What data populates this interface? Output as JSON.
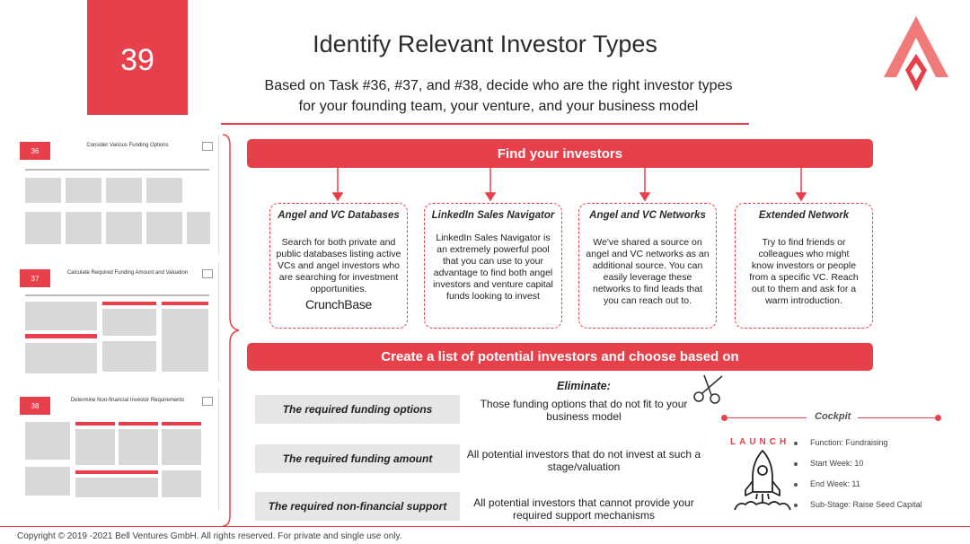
{
  "header": {
    "number": "39",
    "title": "Identify Relevant Investor Types",
    "subtitle_line1": "Based on Task #36, #37, and #38, decide who are the right investor types",
    "subtitle_line2": "for your founding team, your venture, and your business model"
  },
  "thumbnails": [
    {
      "number": "36",
      "title": "Consider Various Funding Options"
    },
    {
      "number": "37",
      "title": "Calculate Required Funding Amount and Valuation"
    },
    {
      "number": "38",
      "title": "Determine Non-financial Investor Requirements"
    }
  ],
  "find_section": {
    "banner": "Find your investors",
    "cards": [
      {
        "title": "Angel and VC Databases",
        "body": "Search for both private and public databases listing active VCs and angel investors who are searching for investment opportunities.",
        "brand": "CrunchBase"
      },
      {
        "title": "LinkedIn Sales Navigator",
        "body": "LinkedIn Sales Navigator is an extremely powerful pool that you can use to your advantage to find both angel investors and venture capital funds looking to invest",
        "brand": ""
      },
      {
        "title": "Angel and VC Networks",
        "body": "We've shared a source on angel and VC networks as an additional source. You can easily leverage these networks to find leads that you can reach out to.",
        "brand": ""
      },
      {
        "title": "Extended Network",
        "body": "Try to find friends or colleagues who might know investors or people from a specific VC. Reach out to them and ask for a warm introduction.",
        "brand": ""
      }
    ]
  },
  "list_section": {
    "banner": "Create a list of potential investors and choose based on",
    "eliminate_label": "Eliminate:",
    "criteria": [
      {
        "label": "The required funding options",
        "desc": "Those funding options that do not fit to your business model"
      },
      {
        "label": "The required funding amount",
        "desc": "All potential investors that do not invest at such a stage/valuation"
      },
      {
        "label": "The required non-financial support",
        "desc": "All potential investors that cannot provide your required support mechanisms"
      }
    ]
  },
  "cockpit": {
    "title": "Cockpit",
    "launch": "LAUNCH",
    "items": [
      "Function: Fundraising",
      "Start Week: 10",
      "End Week: 11",
      "Sub-Stage: Raise Seed Capital"
    ]
  },
  "footer": "Copyright © 2019 -2021 Bell Ventures GmbH. All rights reserved. For private and single use only.",
  "colors": {
    "accent": "#e8404a",
    "criteria_bg": "#e6e6e6"
  }
}
